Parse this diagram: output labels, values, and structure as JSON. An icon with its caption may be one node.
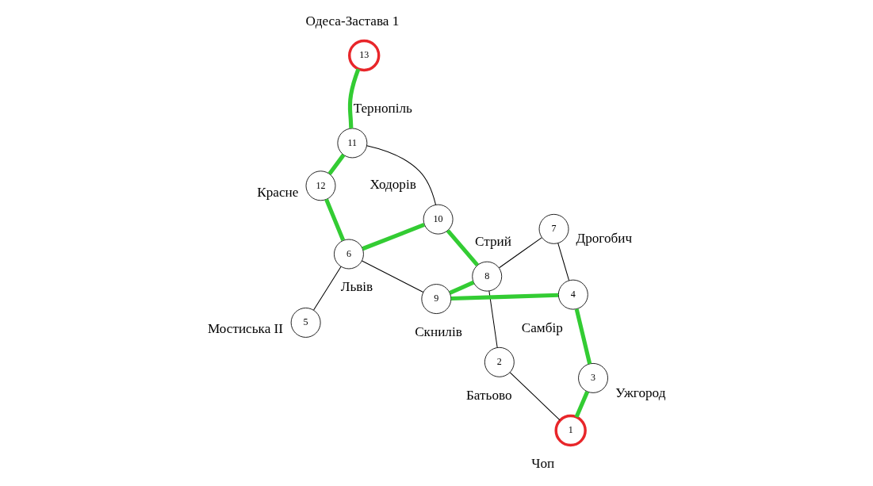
{
  "diagram": {
    "nodes": [
      {
        "text": [
          "1"
        ],
        "beside": [
          "Чоп"
        ]
      },
      {
        "text": [
          "2"
        ],
        "beside": [
          "Батьово"
        ]
      },
      {
        "text": [
          "3"
        ],
        "beside": [
          "Ужгород"
        ]
      },
      {
        "text": [
          "4"
        ],
        "beside": [
          "Самбір"
        ]
      },
      {
        "text": [
          "5"
        ],
        "beside": [
          "Мостиська II"
        ]
      },
      {
        "text": [
          "6"
        ],
        "beside": [
          "Львів"
        ]
      },
      {
        "text": [
          "7"
        ],
        "beside": [
          "Дрогобич"
        ]
      },
      {
        "text": [
          "8"
        ],
        "beside": [
          "Стрий"
        ]
      },
      {
        "text": [
          "9"
        ],
        "beside": [
          "Скнилів"
        ]
      },
      {
        "text": [
          "10"
        ],
        "beside": [
          "Ходорів"
        ]
      },
      {
        "text": [
          "11"
        ],
        "beside": [
          "Тернопіль"
        ]
      },
      {
        "text": [
          "12"
        ],
        "beside": [
          "Красне"
        ]
      },
      {
        "text": [
          "13"
        ],
        "beside": [
          "Одеса-Застава 1"
        ]
      }
    ],
    "edges": [
      {
        "from": 0,
        "to": 1,
        "arrow": "none",
        "color": "#000000"
      },
      {
        "from": 0,
        "to": 2,
        "arrow": "none"
      },
      {
        "from": 2,
        "to": 3,
        "arrow": "none"
      },
      {
        "from": 3,
        "to": 8,
        "arrow": "none"
      },
      {
        "from": 3,
        "to": 6,
        "arrow": "none",
        "color": "#000000"
      },
      {
        "from": 6,
        "to": 7,
        "arrow": "none",
        "color": "#000000"
      },
      {
        "from": 1,
        "to": 7,
        "arrow": "none",
        "color": "#000000"
      },
      {
        "from": 8,
        "to": 7,
        "arrow": "none"
      },
      {
        "from": 7,
        "to": 9,
        "arrow": "none"
      },
      {
        "from": 5,
        "to": 8,
        "arrow": "none",
        "color": "#000000"
      },
      {
        "from": 5,
        "to": 9,
        "arrow": "none"
      },
      {
        "from": 4,
        "to": 5,
        "arrow": "none",
        "color": "#000000"
      },
      {
        "from": 5,
        "to": 11,
        "arrow": "none"
      },
      {
        "from": 11,
        "to": 10,
        "arrow": "none"
      },
      {
        "from": 9,
        "to": 10,
        "arrow": "none",
        "color": "#000000"
      },
      {
        "from": 10,
        "to": 12,
        "arrow": "none"
      }
    ]
  }
}
